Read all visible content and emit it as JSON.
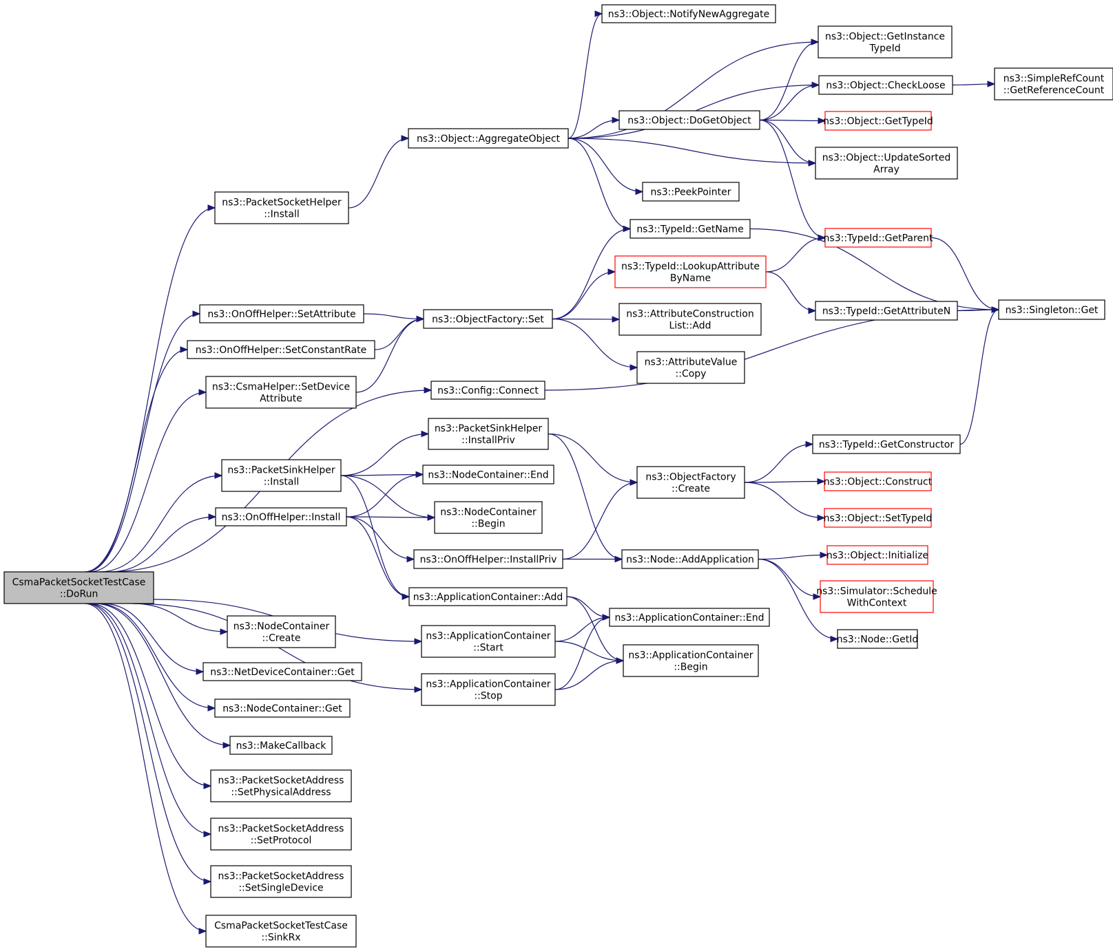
{
  "colors": {
    "edge": "#191970",
    "node_border": "#000000",
    "node_border_truncated": "#ff0000",
    "root_fill": "#bfbfbf",
    "node_fill": "#ffffff"
  },
  "nodes": [
    {
      "id": "root",
      "lines": [
        "CsmaPacketSocketTestCase",
        "::DoRun"
      ],
      "style": "root"
    },
    {
      "id": "psh_install",
      "lines": [
        "ns3::PacketSocketHelper",
        "::Install"
      ],
      "style": "normal"
    },
    {
      "id": "onoff_setattr",
      "lines": [
        "ns3::OnOffHelper::SetAttribute"
      ],
      "style": "normal"
    },
    {
      "id": "onoff_setrate",
      "lines": [
        "ns3::OnOffHelper::SetConstantRate"
      ],
      "style": "normal"
    },
    {
      "id": "csma_setdev",
      "lines": [
        "ns3::CsmaHelper::SetDevice",
        "Attribute"
      ],
      "style": "normal"
    },
    {
      "id": "psink_install",
      "lines": [
        "ns3::PacketSinkHelper",
        "::Install"
      ],
      "style": "normal"
    },
    {
      "id": "onoff_install",
      "lines": [
        "ns3::OnOffHelper::Install"
      ],
      "style": "normal"
    },
    {
      "id": "nc_create",
      "lines": [
        "ns3::NodeContainer",
        "::Create"
      ],
      "style": "normal"
    },
    {
      "id": "ndc_get",
      "lines": [
        "ns3::NetDeviceContainer::Get"
      ],
      "style": "normal"
    },
    {
      "id": "nc_get",
      "lines": [
        "ns3::NodeContainer::Get"
      ],
      "style": "normal"
    },
    {
      "id": "makecb",
      "lines": [
        "ns3::MakeCallback"
      ],
      "style": "normal"
    },
    {
      "id": "psa_setphys",
      "lines": [
        "ns3::PacketSocketAddress",
        "::SetPhysicalAddress"
      ],
      "style": "normal"
    },
    {
      "id": "psa_setproto",
      "lines": [
        "ns3::PacketSocketAddress",
        "::SetProtocol"
      ],
      "style": "normal"
    },
    {
      "id": "psa_setsingle",
      "lines": [
        "ns3::PacketSocketAddress",
        "::SetSingleDevice"
      ],
      "style": "normal"
    },
    {
      "id": "sinkrx",
      "lines": [
        "CsmaPacketSocketTestCase",
        "::SinkRx"
      ],
      "style": "normal"
    },
    {
      "id": "obj_aggregate",
      "lines": [
        "ns3::Object::AggregateObject"
      ],
      "style": "normal"
    },
    {
      "id": "of_set",
      "lines": [
        "ns3::ObjectFactory::Set"
      ],
      "style": "normal"
    },
    {
      "id": "cfg_connect",
      "lines": [
        "ns3::Config::Connect"
      ],
      "style": "normal"
    },
    {
      "id": "psink_installpriv",
      "lines": [
        "ns3::PacketSinkHelper",
        "::InstallPriv"
      ],
      "style": "normal"
    },
    {
      "id": "nc_end",
      "lines": [
        "ns3::NodeContainer::End"
      ],
      "style": "normal"
    },
    {
      "id": "nc_begin",
      "lines": [
        "ns3::NodeContainer",
        "::Begin"
      ],
      "style": "normal"
    },
    {
      "id": "onoff_installpriv",
      "lines": [
        "ns3::OnOffHelper::InstallPriv"
      ],
      "style": "normal"
    },
    {
      "id": "ac_add",
      "lines": [
        "ns3::ApplicationContainer::Add"
      ],
      "style": "normal"
    },
    {
      "id": "ac_start",
      "lines": [
        "ns3::ApplicationContainer",
        "::Start"
      ],
      "style": "normal"
    },
    {
      "id": "ac_stop",
      "lines": [
        "ns3::ApplicationContainer",
        "::Stop"
      ],
      "style": "normal"
    },
    {
      "id": "obj_notify",
      "lines": [
        "ns3::Object::NotifyNewAggregate"
      ],
      "style": "normal"
    },
    {
      "id": "obj_dogetobject",
      "lines": [
        "ns3::Object::DoGetObject"
      ],
      "style": "normal"
    },
    {
      "id": "peekpointer",
      "lines": [
        "ns3::PeekPointer"
      ],
      "style": "normal"
    },
    {
      "id": "tid_getname",
      "lines": [
        "ns3::TypeId::GetName"
      ],
      "style": "normal"
    },
    {
      "id": "tid_lookup",
      "lines": [
        "ns3::TypeId::LookupAttribute",
        "ByName"
      ],
      "style": "truncated"
    },
    {
      "id": "acl_add",
      "lines": [
        "ns3::AttributeConstruction",
        "List::Add"
      ],
      "style": "normal"
    },
    {
      "id": "av_copy",
      "lines": [
        "ns3::AttributeValue",
        "::Copy"
      ],
      "style": "normal"
    },
    {
      "id": "of_create",
      "lines": [
        "ns3::ObjectFactory",
        "::Create"
      ],
      "style": "normal"
    },
    {
      "id": "node_addapp",
      "lines": [
        "ns3::Node::AddApplication"
      ],
      "style": "normal"
    },
    {
      "id": "ac_end",
      "lines": [
        "ns3::ApplicationContainer::End"
      ],
      "style": "normal"
    },
    {
      "id": "ac_begin",
      "lines": [
        "ns3::ApplicationContainer",
        "::Begin"
      ],
      "style": "normal"
    },
    {
      "id": "obj_getinstance",
      "lines": [
        "ns3::Object::GetInstance",
        "TypeId"
      ],
      "style": "normal"
    },
    {
      "id": "obj_checkloose",
      "lines": [
        "ns3::Object::CheckLoose"
      ],
      "style": "normal"
    },
    {
      "id": "obj_gettypeid",
      "lines": [
        "ns3::Object::GetTypeId"
      ],
      "style": "truncated"
    },
    {
      "id": "obj_updatesorted",
      "lines": [
        "ns3::Object::UpdateSorted",
        "Array"
      ],
      "style": "normal"
    },
    {
      "id": "tid_getparent",
      "lines": [
        "ns3::TypeId::GetParent"
      ],
      "style": "truncated"
    },
    {
      "id": "tid_getattrn",
      "lines": [
        "ns3::TypeId::GetAttributeN"
      ],
      "style": "normal"
    },
    {
      "id": "tid_getctor",
      "lines": [
        "ns3::TypeId::GetConstructor"
      ],
      "style": "normal"
    },
    {
      "id": "obj_construct",
      "lines": [
        "ns3::Object::Construct"
      ],
      "style": "truncated"
    },
    {
      "id": "obj_settypeid",
      "lines": [
        "ns3::Object::SetTypeId"
      ],
      "style": "truncated"
    },
    {
      "id": "obj_initialize",
      "lines": [
        "ns3::Object::Initialize"
      ],
      "style": "truncated"
    },
    {
      "id": "sim_schedule",
      "lines": [
        "ns3::Simulator::Schedule",
        "WithContext"
      ],
      "style": "truncated"
    },
    {
      "id": "node_getid",
      "lines": [
        "ns3::Node::GetId"
      ],
      "style": "normal"
    },
    {
      "id": "src_getrefcount",
      "lines": [
        "ns3::SimpleRefCount",
        "::GetReferenceCount"
      ],
      "style": "normal"
    },
    {
      "id": "singleton_get",
      "lines": [
        "ns3::Singleton::Get"
      ],
      "style": "normal"
    }
  ],
  "edges": [
    [
      "root",
      "psh_install"
    ],
    [
      "root",
      "onoff_setattr"
    ],
    [
      "root",
      "onoff_setrate"
    ],
    [
      "root",
      "csma_setdev"
    ],
    [
      "root",
      "cfg_connect"
    ],
    [
      "root",
      "psink_install"
    ],
    [
      "root",
      "onoff_install"
    ],
    [
      "root",
      "ac_start"
    ],
    [
      "root",
      "ac_stop"
    ],
    [
      "root",
      "nc_create"
    ],
    [
      "root",
      "ndc_get"
    ],
    [
      "root",
      "nc_get"
    ],
    [
      "root",
      "makecb"
    ],
    [
      "root",
      "psa_setphys"
    ],
    [
      "root",
      "psa_setproto"
    ],
    [
      "root",
      "psa_setsingle"
    ],
    [
      "root",
      "sinkrx"
    ],
    [
      "psh_install",
      "obj_aggregate"
    ],
    [
      "onoff_setattr",
      "of_set"
    ],
    [
      "onoff_setrate",
      "of_set"
    ],
    [
      "csma_setdev",
      "of_set"
    ],
    [
      "psink_install",
      "psink_installpriv"
    ],
    [
      "psink_install",
      "nc_end"
    ],
    [
      "psink_install",
      "nc_begin"
    ],
    [
      "psink_install",
      "ac_add"
    ],
    [
      "onoff_install",
      "nc_end"
    ],
    [
      "onoff_install",
      "nc_begin"
    ],
    [
      "onoff_install",
      "onoff_installpriv"
    ],
    [
      "onoff_install",
      "ac_add"
    ],
    [
      "obj_aggregate",
      "obj_notify"
    ],
    [
      "obj_aggregate",
      "obj_getinstance"
    ],
    [
      "obj_aggregate",
      "obj_checkloose"
    ],
    [
      "obj_aggregate",
      "obj_dogetobject"
    ],
    [
      "obj_aggregate",
      "obj_updatesorted"
    ],
    [
      "obj_aggregate",
      "peekpointer"
    ],
    [
      "obj_aggregate",
      "tid_getname"
    ],
    [
      "obj_dogetobject",
      "obj_getinstance"
    ],
    [
      "obj_dogetobject",
      "obj_checkloose"
    ],
    [
      "obj_dogetobject",
      "obj_gettypeid"
    ],
    [
      "obj_dogetobject",
      "obj_updatesorted"
    ],
    [
      "obj_dogetobject",
      "tid_getparent"
    ],
    [
      "obj_checkloose",
      "src_getrefcount"
    ],
    [
      "of_set",
      "tid_getname"
    ],
    [
      "of_set",
      "tid_lookup"
    ],
    [
      "of_set",
      "acl_add"
    ],
    [
      "of_set",
      "av_copy"
    ],
    [
      "tid_getname",
      "singleton_get"
    ],
    [
      "tid_lookup",
      "tid_getparent"
    ],
    [
      "tid_lookup",
      "tid_getattrn"
    ],
    [
      "tid_getparent",
      "singleton_get"
    ],
    [
      "tid_getattrn",
      "singleton_get"
    ],
    [
      "cfg_connect",
      "singleton_get"
    ],
    [
      "tid_getctor",
      "singleton_get"
    ],
    [
      "psink_installpriv",
      "of_create"
    ],
    [
      "psink_installpriv",
      "node_addapp"
    ],
    [
      "onoff_installpriv",
      "of_create"
    ],
    [
      "onoff_installpriv",
      "node_addapp"
    ],
    [
      "of_create",
      "tid_getctor"
    ],
    [
      "of_create",
      "obj_construct"
    ],
    [
      "of_create",
      "obj_settypeid"
    ],
    [
      "node_addapp",
      "obj_initialize"
    ],
    [
      "node_addapp",
      "sim_schedule"
    ],
    [
      "node_addapp",
      "node_getid"
    ],
    [
      "ac_add",
      "ac_end"
    ],
    [
      "ac_add",
      "ac_begin"
    ],
    [
      "ac_start",
      "ac_end"
    ],
    [
      "ac_start",
      "ac_begin"
    ],
    [
      "ac_stop",
      "ac_end"
    ],
    [
      "ac_stop",
      "ac_begin"
    ]
  ]
}
